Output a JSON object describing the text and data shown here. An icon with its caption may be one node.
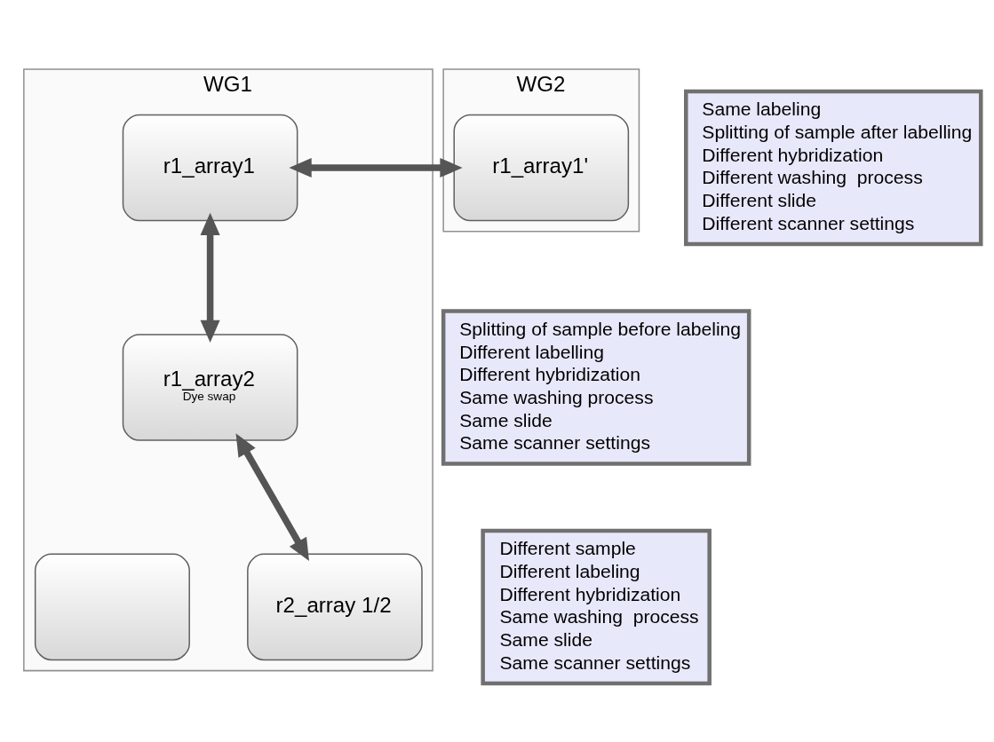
{
  "diagram": {
    "nodes": [
      {
        "text": [
          "WG1"
        ]
      },
      {
        "text": [
          "r1_array1"
        ],
        "in": 0
      },
      {
        "text": [
          "r1_array2",
          "Dye swap"
        ],
        "in": 0
      },
      {
        "text": [],
        "shape": "box",
        "in": 0
      },
      {
        "text": [
          "r2_array 1/2"
        ],
        "in": 0
      },
      {
        "text": [
          "WG2"
        ]
      },
      {
        "text": [
          "r1_array1'"
        ],
        "in": 5
      },
      {
        "text": [
          "Same labeling",
          "Splitting of sample after labelling",
          "Different hybridization",
          "Different washing  process",
          "Different slide",
          "Different scanner settings"
        ]
      },
      {
        "text": [
          "Splitting of sample before labeling",
          "Different labelling",
          "Different hybridization",
          "Same washing process",
          "Same slide",
          "Same scanner settings"
        ]
      },
      {
        "text": [
          "Different sample",
          "Different labeling",
          "Different hybridization",
          "Same washing  process",
          "Same slide",
          "Same scanner settings"
        ]
      }
    ],
    "edges": [
      {
        "from": 1,
        "to": 6,
        "arrow": "both"
      },
      {
        "from": 1,
        "to": 2,
        "arrow": "both"
      },
      {
        "from": 2,
        "to": 4,
        "arrow": "both"
      }
    ]
  }
}
